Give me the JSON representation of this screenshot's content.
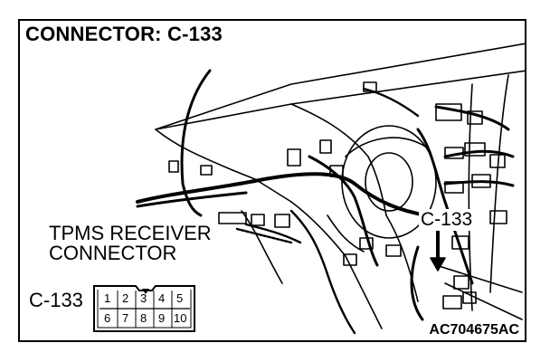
{
  "title": "CONNECTOR: C-133",
  "label": {
    "line1": "TPMS RECEIVER",
    "line2": "CONNECTOR"
  },
  "connector_id_left": "C-133",
  "connector_id_right": "C-133",
  "figure_code": "AC704675AC",
  "connector_pins": {
    "top_row": [
      "1",
      "2",
      "3",
      "4",
      "5"
    ],
    "bottom_row": [
      "6",
      "7",
      "8",
      "9",
      "10"
    ]
  }
}
